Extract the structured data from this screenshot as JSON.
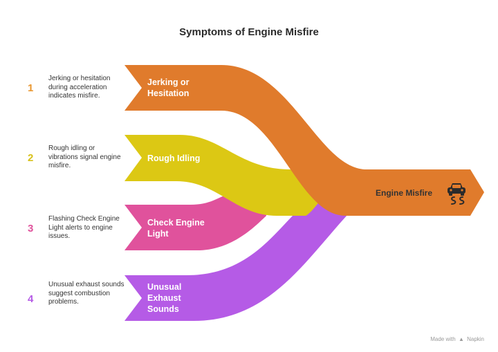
{
  "title": "Symptoms of Engine Misfire",
  "destination": {
    "label": "Engine Misfire",
    "icon": "car-skid-icon",
    "color": "#e07b2c"
  },
  "symptoms": [
    {
      "number": "1",
      "label": "Jerking or Hesitation",
      "label_lines": [
        "Jerking or",
        "Hesitation"
      ],
      "description": "Jerking or hesitation during acceleration indicates misfire.",
      "color": "#e07b2c",
      "number_color": "#e9962e"
    },
    {
      "number": "2",
      "label": "Rough Idling",
      "label_lines": [
        "Rough Idling"
      ],
      "description": "Rough idling or vibrations signal engine misfire.",
      "color": "#dcc814",
      "number_color": "#d7c11a"
    },
    {
      "number": "3",
      "label": "Check Engine Light",
      "label_lines": [
        "Check Engine",
        "Light"
      ],
      "description": "Flashing Check Engine Light alerts to engine issues.",
      "color": "#e0529c",
      "number_color": "#e0529c"
    },
    {
      "number": "4",
      "label": "Unusual Exhaust Sounds",
      "label_lines": [
        "Unusual",
        "Exhaust",
        "Sounds"
      ],
      "description": "Unusual exhaust sounds suggest combustion problems.",
      "color": "#b55be6",
      "number_color": "#b55be6"
    }
  ],
  "credit": {
    "prefix": "Made with",
    "brand": "Napkin"
  }
}
